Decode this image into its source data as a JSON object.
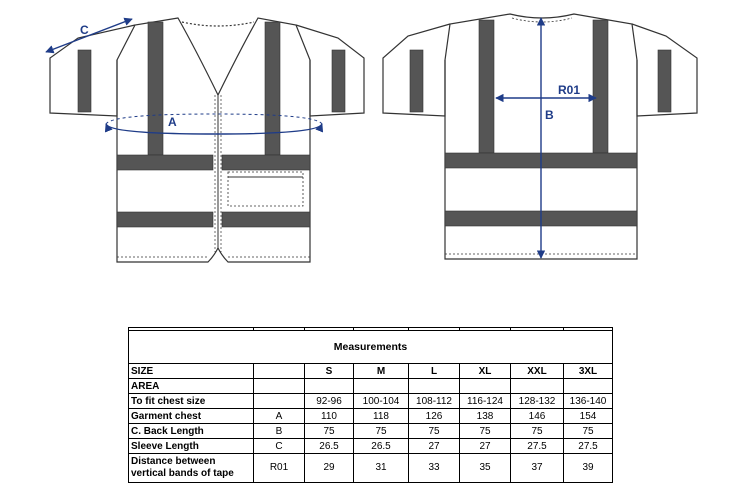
{
  "diagram": {
    "labels": {
      "c": "C",
      "a": "A",
      "r01": "R01",
      "b": "B"
    },
    "colors": {
      "line": "#333333",
      "tape": "#555555",
      "measure": "#1f3c88"
    }
  },
  "table": {
    "title": "Measurements",
    "size_label": "SIZE",
    "area_label": "AREA",
    "sizes": [
      "S",
      "M",
      "L",
      "XL",
      "XXL",
      "3XL"
    ],
    "rows": [
      {
        "label": "To fit chest size",
        "area": "",
        "values": [
          "92-96",
          "100-104",
          "108-112",
          "116-124",
          "128-132",
          "136-140"
        ]
      },
      {
        "label": "Garment chest",
        "area": "A",
        "values": [
          "110",
          "118",
          "126",
          "138",
          "146",
          "154"
        ]
      },
      {
        "label": "C. Back Length",
        "area": "B",
        "values": [
          "75",
          "75",
          "75",
          "75",
          "75",
          "75"
        ]
      },
      {
        "label": "Sleeve Length",
        "area": "C",
        "values": [
          "26.5",
          "26.5",
          "27",
          "27",
          "27.5",
          "27.5"
        ]
      }
    ],
    "last_row": {
      "label_line1": "Distance between",
      "label_line2": "vertical bands of tape",
      "area": "R01",
      "values": [
        "29",
        "31",
        "33",
        "35",
        "37",
        "39"
      ]
    }
  }
}
